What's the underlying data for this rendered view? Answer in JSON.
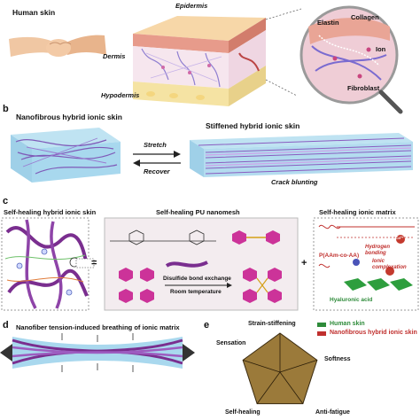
{
  "panel_a": {
    "human_skin": "Human skin",
    "epidermis": "Epidermis",
    "dermis": "Dermis",
    "hypodermis": "Hypodermis",
    "elastin": "Elastin",
    "collagen": "Collagen",
    "ion": "Ion",
    "fibroblast": "Fibroblast"
  },
  "panel_b": {
    "letter": "b",
    "title_left": "Nanofibrous hybrid ionic skin",
    "title_right": "Stiffened hybrid ionic skin",
    "stretch": "Stretch",
    "recover": "Recover",
    "crack": "Crack blunting"
  },
  "panel_c": {
    "letter": "c",
    "title_left": "Self-healing hybrid ionic skin",
    "title_mid": "Self-healing PU nanomesh",
    "title_right": "Self-healing ionic matrix",
    "equals": "=",
    "plus": "+",
    "disulfide": "Disulfide bond exchange",
    "room_temp": "Room temperature",
    "paam": "P(AAm-co-AA)",
    "hydrogen": "Hydrogen",
    "bonding": "bonding",
    "ionic": "Ionic",
    "complexation": "complexation",
    "hyaluronic": "Hyaluronic acid",
    "ca": "Ca²⁺"
  },
  "panel_d": {
    "letter": "d",
    "title": "Nanofiber tension-induced breathing of ionic matrix"
  },
  "panel_e": {
    "letter": "e",
    "axes": [
      "Strain-stiffening",
      "Softness",
      "Anti-fatigue",
      "Self-healing",
      "Sensation"
    ],
    "legend": [
      "Human skin",
      "Nanofibrous hybrid ionic skin"
    ]
  },
  "colors": {
    "purple": "#7b3fa0",
    "fiber": "#b98fd8",
    "gel_blue": "#9fd6ec",
    "skin_tan": "#f3c9a0",
    "human_skin_green": "#2e8b3a",
    "ionic_skin_red": "#c0302e",
    "radar_fill": "#9b7a3a",
    "pink_hex": "#cc3399"
  }
}
